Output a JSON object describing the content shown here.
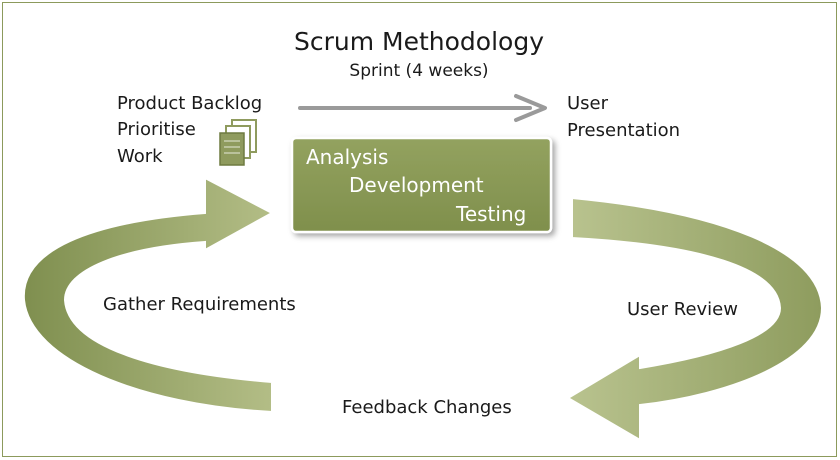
{
  "diagram": {
    "title": "Scrum Methodology",
    "subtitle": "Sprint (4 weeks)",
    "backlog_lines": [
      "Product Backlog",
      "Prioritise",
      "Work"
    ],
    "presentation_lines": [
      "User",
      "Presentation"
    ],
    "process_box_lines": [
      "Analysis",
      "Development",
      "Testing"
    ],
    "cycle_labels": {
      "left": "Gather Requirements",
      "right": "User Review",
      "bottom": "Feedback Changes"
    },
    "colors": {
      "box_fill": "#8a9a56",
      "arrow_fill": "#a4b077",
      "arrow_dark": "#8a9a5b",
      "frame_border": "#8c9a5c",
      "sprint_arrow": "#9a9a9a",
      "doc_icon": "#8f9b5e"
    },
    "icons": [
      "document-stack-icon",
      "sprint-arrow-icon",
      "cycle-arrow-icon"
    ]
  }
}
